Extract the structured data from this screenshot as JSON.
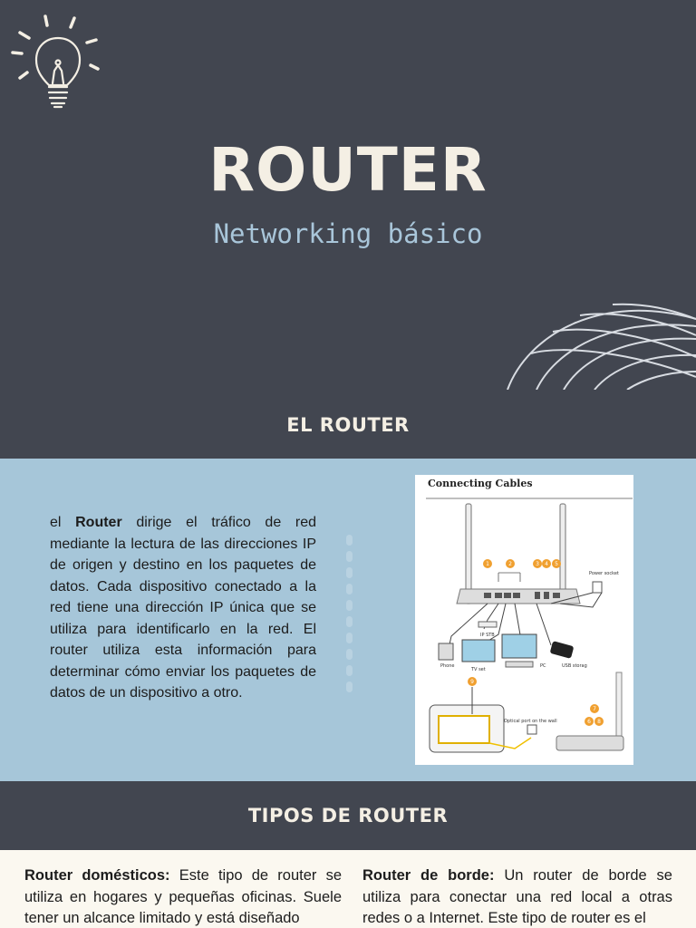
{
  "hero": {
    "title": "ROUTER",
    "subtitle": "Networking básico"
  },
  "section1": {
    "heading": "EL ROUTER",
    "paragraph": {
      "prefix": "el ",
      "bold": "Router",
      "text": " dirige el tráfico de red mediante la lectura de las direcciones IP de origen y destino en los paquetes de datos. Cada dispositivo conectado a la red tiene una dirección IP única que se utiliza para identificarlo en la red. El router utiliza esta información para determinar cómo enviar los paquetes de datos de un dispositivo a otro."
    },
    "diagram": {
      "title": "Connecting Cables",
      "labels": {
        "power_socket": "Power socket",
        "ip_stb": "IP STB",
        "phone": "Phone",
        "tv_set": "TV set",
        "pc": "PC",
        "usb_storage": "USB storag",
        "optical_port": "Optical port on the wall"
      },
      "markers": [
        "1",
        "2",
        "3",
        "4",
        "5",
        "6",
        "7",
        "8",
        "9"
      ]
    }
  },
  "section2": {
    "heading": "TIPOS DE ROUTER",
    "col1": {
      "bold": "Router domésticos:",
      "text": " Este tipo de router se utiliza en hogares y pequeñas oficinas. Suele tener un alcance limitado y está diseñado"
    },
    "col2": {
      "bold": "Router de borde:",
      "text": " Un router de borde se utiliza para conectar una red local a otras redes o a Internet. Este tipo de router es el"
    }
  },
  "colors": {
    "dark": "#424650",
    "blue": "#a6c6d9",
    "cream": "#fbf8f0",
    "marker": "#f0a030"
  }
}
